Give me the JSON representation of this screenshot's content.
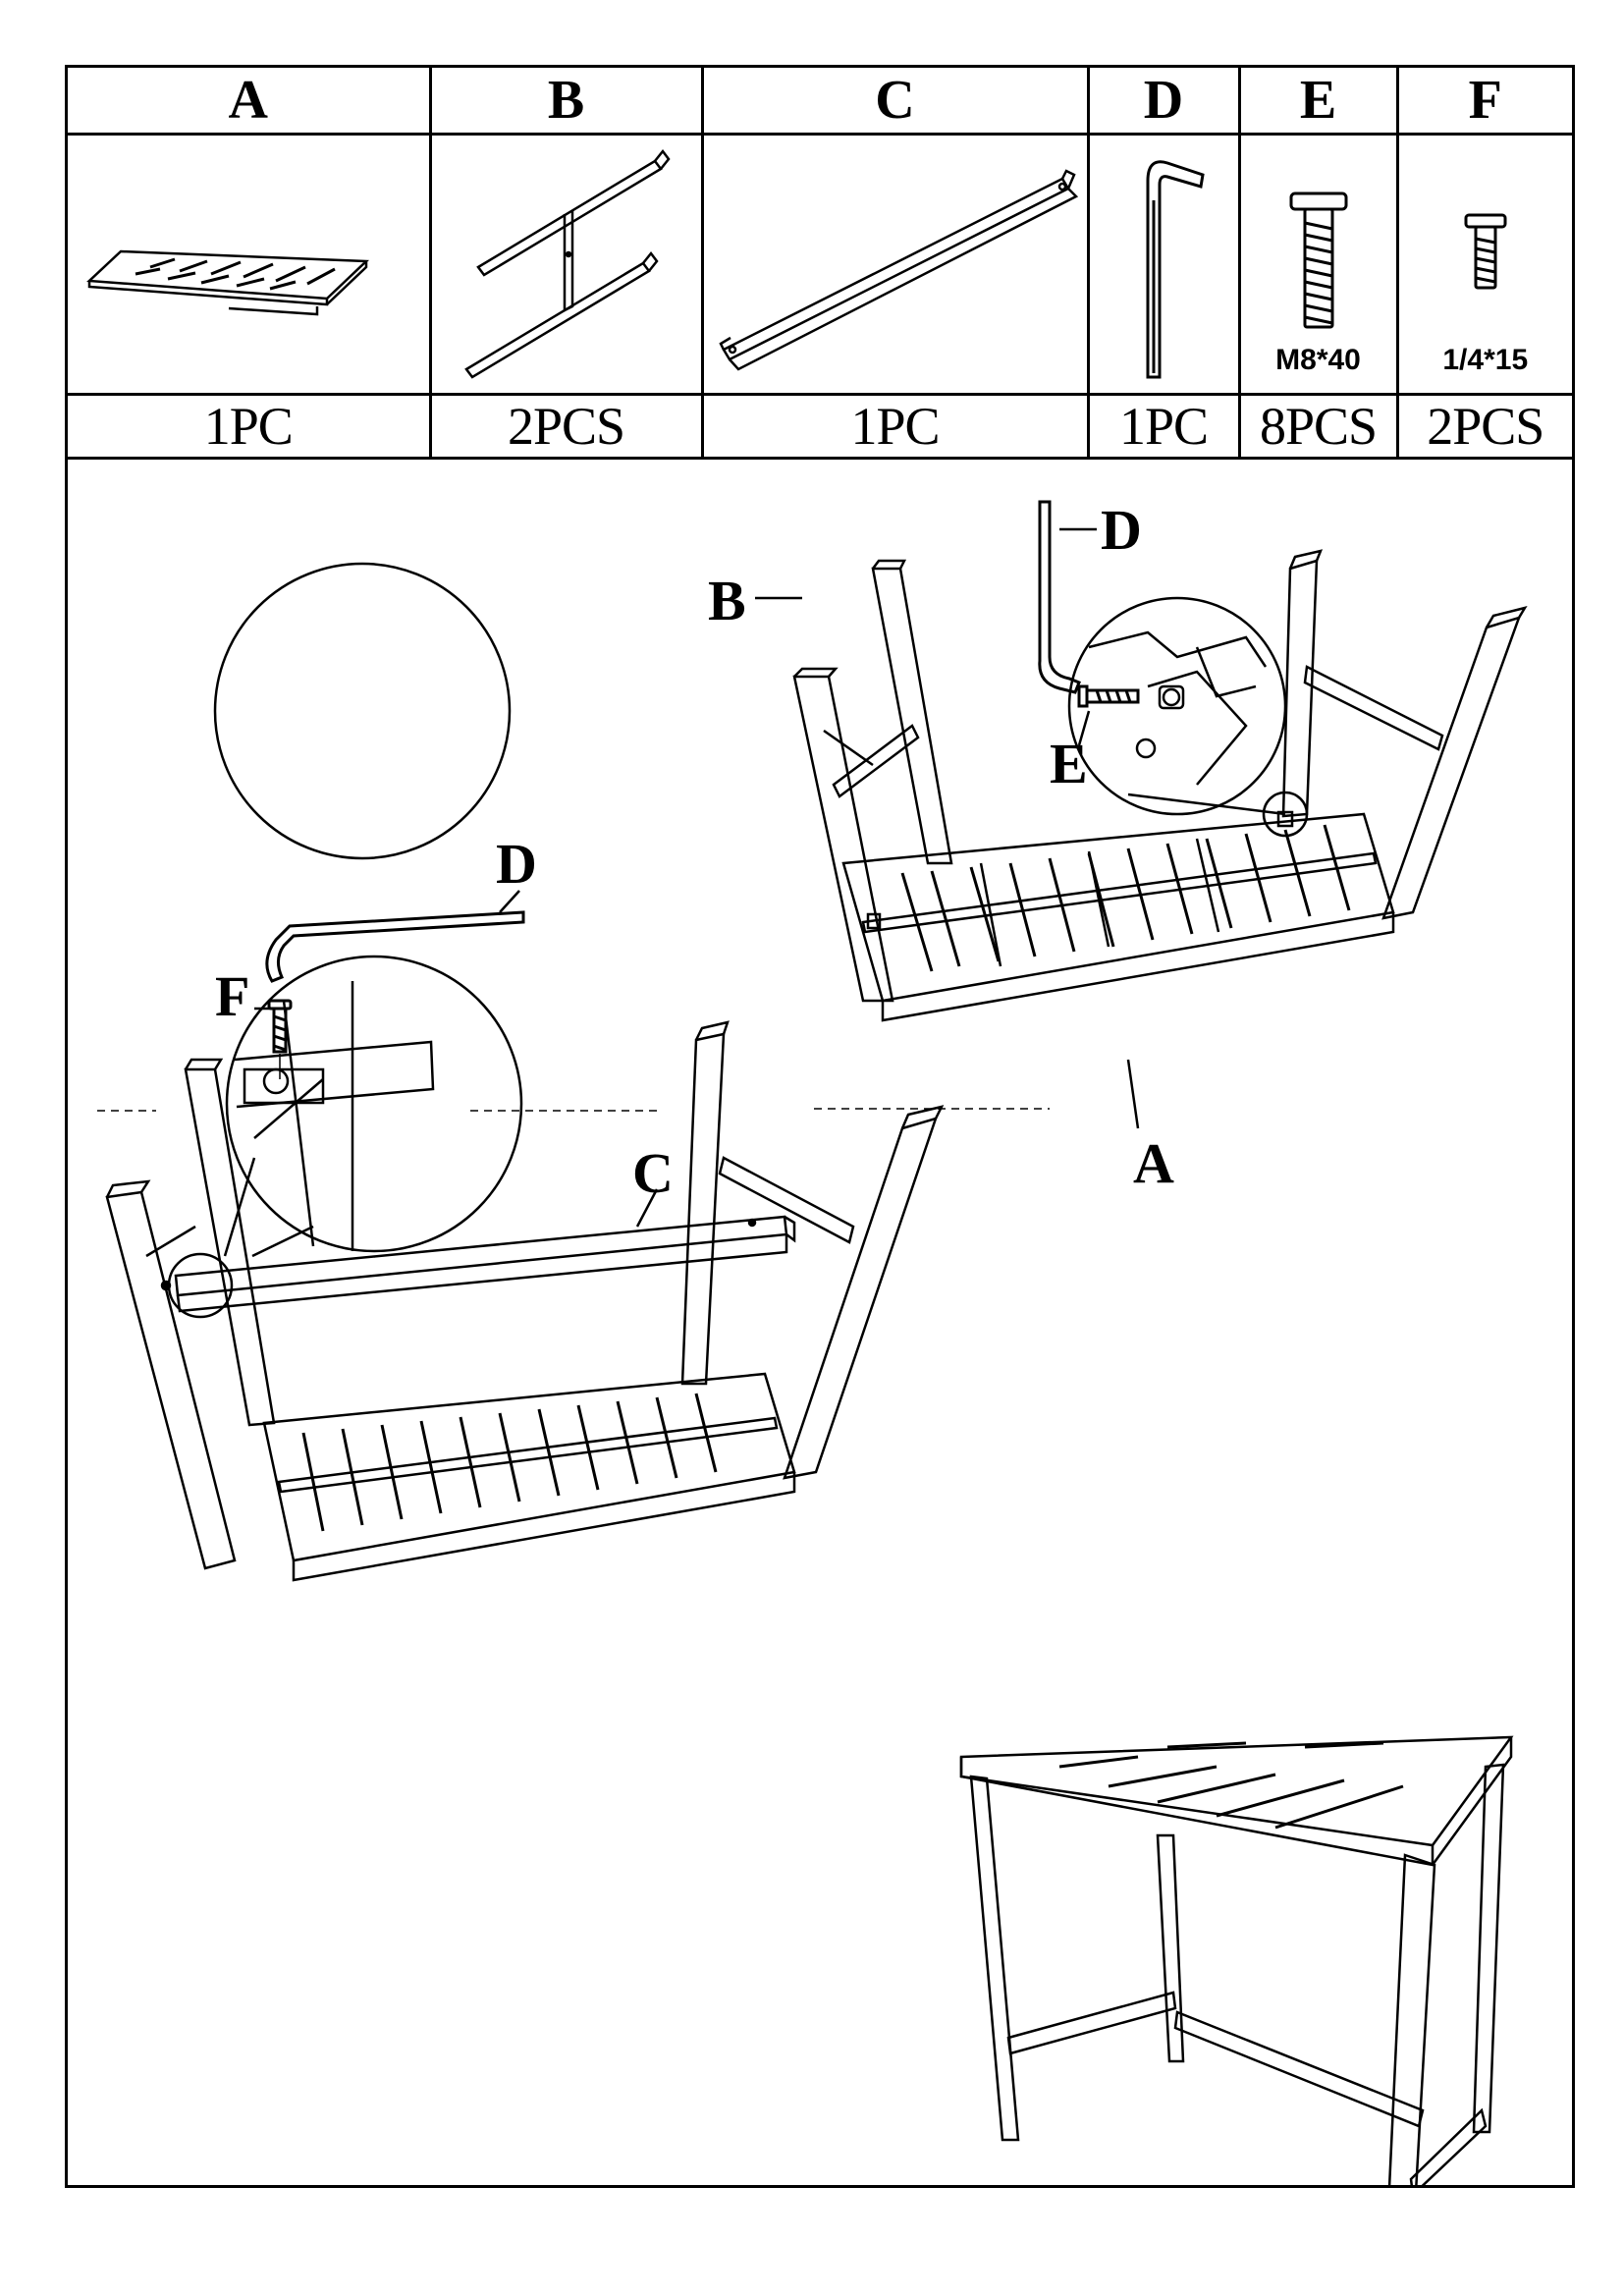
{
  "parts": [
    {
      "letter": "A",
      "quantity": "1PC",
      "spec": "",
      "icon": "tabletop"
    },
    {
      "letter": "B",
      "quantity": "2PCS",
      "spec": "",
      "icon": "leg-frame"
    },
    {
      "letter": "C",
      "quantity": "1PC",
      "spec": "",
      "icon": "crossbar"
    },
    {
      "letter": "D",
      "quantity": "1PC",
      "spec": "",
      "icon": "allen-key"
    },
    {
      "letter": "E",
      "quantity": "8PCS",
      "spec": "M8*40",
      "icon": "bolt"
    },
    {
      "letter": "F",
      "quantity": "2PCS",
      "spec": "1/4*15",
      "icon": "screw"
    }
  ],
  "callouts": {
    "step1": {
      "b": "B",
      "d": "D",
      "e": "E",
      "a": "A"
    },
    "step2": {
      "d": "D",
      "f": "F",
      "c": "C"
    }
  }
}
